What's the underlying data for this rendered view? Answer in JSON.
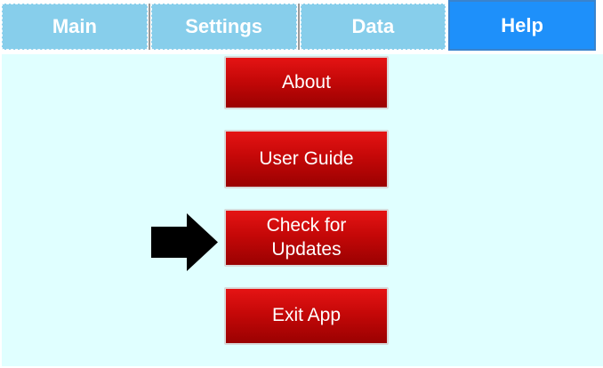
{
  "window": {
    "kind": "tabbed application screen"
  },
  "tabs": [
    {
      "label": "Main",
      "active": false
    },
    {
      "label": "Settings",
      "active": false
    },
    {
      "label": "Data",
      "active": false
    },
    {
      "label": "Help",
      "active": true
    }
  ],
  "menu": {
    "buttons": [
      {
        "label": "About"
      },
      {
        "label": "User Guide"
      },
      {
        "label": "Check for\nUpdates"
      },
      {
        "label": "Exit App"
      }
    ]
  },
  "icons": {
    "arrow": "right-arrow-icon"
  },
  "colors": {
    "tab_inactive": "#87CEEB",
    "tab_active": "#1E90FA",
    "tab_divider": "#9A9A9A",
    "content_background": "#E0FFFF",
    "button_gradient_top": "#E51414",
    "button_gradient_bottom": "#9A0101",
    "button_border": "#D8D8D8",
    "text": "#FFFFFF",
    "arrow": "#000000"
  }
}
